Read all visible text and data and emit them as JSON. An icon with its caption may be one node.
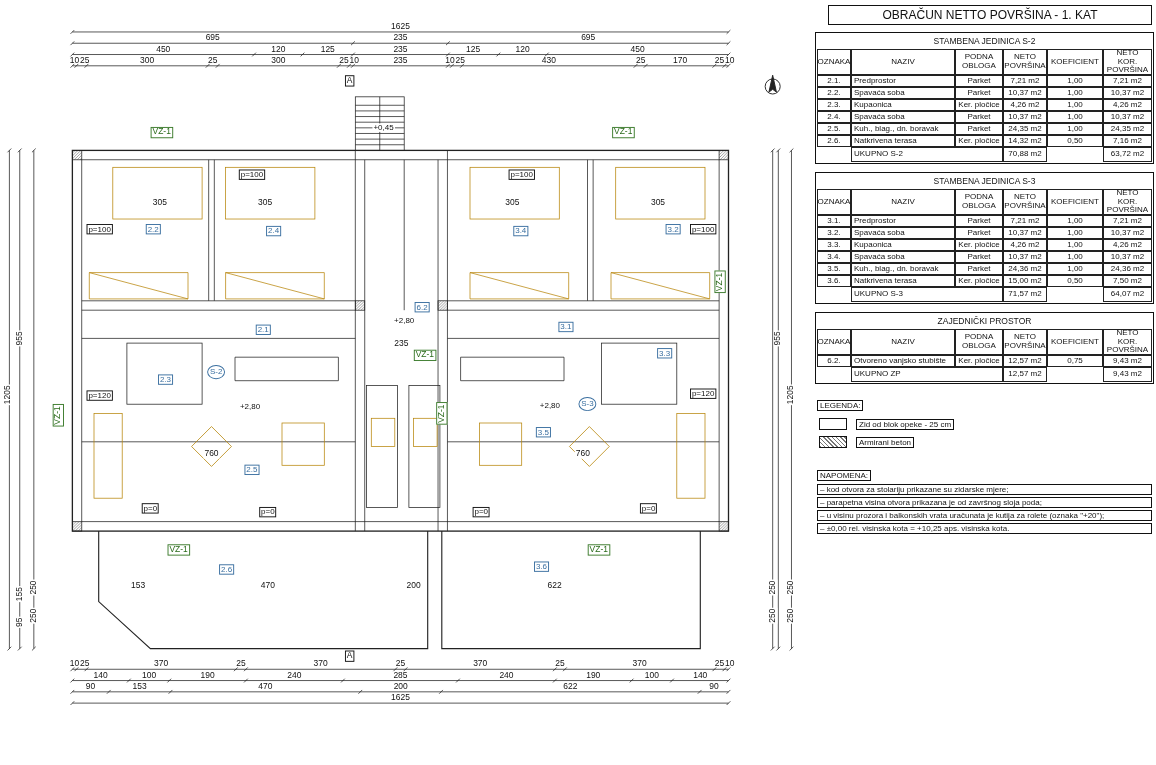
{
  "diagram": {
    "title": "OBRAČUN NETTO POVRŠINA - 1. KAT",
    "labels": [
      "STAMBENA JEDINICA S-2",
      "OZNAKA",
      "NAZIV",
      "PODNA OBLOGA",
      "NETO POVRŠINA",
      "KOEFICIENT",
      "NETO KOR. POVRŠINA",
      "2.1.",
      "Predprostor",
      "Parket",
      "7,21 m2",
      "1,00",
      "7,21 m2",
      "2.2.",
      "Spavaća soba",
      "Parket",
      "10,37 m2",
      "1,00",
      "10,37 m2",
      "2.3.",
      "Kupaonica",
      "Ker. pločice",
      "4,26 m2",
      "1,00",
      "4,26 m2",
      "2.4.",
      "Spavaća soba",
      "Parket",
      "10,37 m2",
      "1,00",
      "10,37 m2",
      "2.5.",
      "Kuh., blag., dn. boravak",
      "Parket",
      "24,35 m2",
      "1,00",
      "24,35 m2",
      "2.6.",
      "Natkrivena terasa",
      "Ker. pločice",
      "14,32 m2",
      "0,50",
      "7,16 m2",
      "UKUPNO S-2",
      "70,88 m2",
      "63,72 m2",
      "STAMBENA JEDINICA S-3",
      "OZNAKA",
      "NAZIV",
      "PODNA OBLOGA",
      "NETO POVRŠINA",
      "KOEFICIENT",
      "NETO KOR. POVRŠINA",
      "3.1.",
      "Predprostor",
      "Parket",
      "7,21 m2",
      "1,00",
      "7,21 m2",
      "3.2.",
      "Spavaća soba",
      "Parket",
      "10,37 m2",
      "1,00",
      "10,37 m2",
      "3.3.",
      "Kupaonica",
      "Ker. pločice",
      "4,26 m2",
      "1,00",
      "4,26 m2",
      "3.4.",
      "Spavaća soba",
      "Parket",
      "10,37 m2",
      "1,00",
      "10,37 m2",
      "3.5.",
      "Kuh., blag., dn. boravak",
      "Parket",
      "24,36 m2",
      "1,00",
      "24,36 m2",
      "3.6.",
      "Natkrivena terasa",
      "Ker. pločice",
      "15,00 m2",
      "0,50",
      "7,50 m2",
      "UKUPNO S-3",
      "71,57 m2",
      "64,07 m2",
      "ZAJEDNIČKI PROSTOR",
      "OZNAKA",
      "NAZIV",
      "PODNA OBLOGA",
      "NETO POVRŠINA",
      "KOEFICIENT",
      "NETO KOR. POVRŠINA",
      "6.2.",
      "Otvoreno vanjsko stubište",
      "Ker. pločice",
      "12,57 m2",
      "0,75",
      "9,43 m2",
      "UKUPNO ZP",
      "12,57 m2",
      "9,43 m2",
      "LEGENDA:",
      "NAPOMENA:",
      "– kod otvora za stolariju prikazane su zidarske mjere;",
      "– parapetna visina otvora prikazana je od završnog sloja poda;",
      "– u visinu prozora i balkonskih vrata uračunata je kutija za rolete (oznaka \"+20\");",
      "– ±0,00 rel. visinska kota = +10,25 aps. visinska kota.",
      "1625",
      "695",
      "235",
      "695",
      "450",
      "120",
      "125",
      "235",
      "125",
      "120",
      "450",
      "10",
      "25",
      "300",
      "25",
      "300",
      "25",
      "10",
      "235",
      "10",
      "25",
      "430",
      "25",
      "170",
      "25",
      "10",
      "10",
      "25",
      "370",
      "25",
      "370",
      "25",
      "370",
      "25",
      "370",
      "25",
      "10",
      "140",
      "100",
      "190",
      "240",
      "285",
      "240",
      "190",
      "100",
      "140",
      "90",
      "153",
      "470",
      "200",
      "622",
      "90",
      "1625",
      "A",
      "+0,45",
      "VZ-1",
      "VZ-1",
      "p=100",
      "p=100",
      "305",
      "305",
      "305",
      "305",
      "p=100",
      "2.2",
      "2.4",
      "3.4",
      "3.2",
      "p=100",
      "VZ-1",
      "6.2",
      "+2,80",
      "2.1",
      "3.1",
      "235",
      "VZ-1",
      "S-2",
      "2.3",
      "3.3",
      "p=120",
      "p=120",
      "S-3",
      "+2,80",
      "+2,80",
      "VZ-1",
      "VZ-1",
      "3.5",
      "760",
      "760",
      "2.5",
      "p=0",
      "p=0",
      "p=0",
      "p=0",
      "VZ-1",
      "VZ-1",
      "3.6",
      "2.6",
      "153",
      "470",
      "200",
      "622",
      "A",
      "1205",
      "955",
      "155",
      "95",
      "250",
      "250",
      "955",
      "1205",
      "250",
      "250",
      "250",
      "250"
    ],
    "legend": [
      {
        "text": "Zid od blok opeke - 25 cm"
      },
      {
        "text": "Armirani beton"
      }
    ]
  }
}
